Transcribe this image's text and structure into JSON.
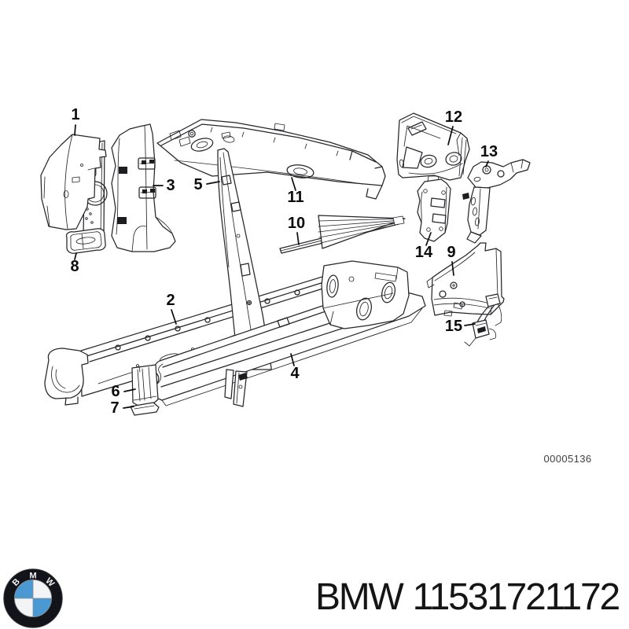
{
  "diagram": {
    "drawing_number": "00005136",
    "callouts": [
      {
        "label": "1"
      },
      {
        "label": "2"
      },
      {
        "label": "3"
      },
      {
        "label": "4"
      },
      {
        "label": "5"
      },
      {
        "label": "6"
      },
      {
        "label": "7"
      },
      {
        "label": "8"
      },
      {
        "label": "9"
      },
      {
        "label": "10"
      },
      {
        "label": "11"
      },
      {
        "label": "12"
      },
      {
        "label": "13"
      },
      {
        "label": "14"
      },
      {
        "label": "15"
      }
    ]
  },
  "footer": {
    "brand": "BMW",
    "part_number": "11531721172",
    "logo_letters": [
      "B",
      "M",
      "W"
    ]
  },
  "colors": {
    "background": "#ffffff",
    "line_art": "#26262a",
    "callout_text": "#0c0c0c",
    "drawing_number_text": "#3f3f43",
    "footer_text": "#151515",
    "bmw_roundel_blue": "#4a99d2",
    "bmw_roundel_ring": "#121419"
  }
}
